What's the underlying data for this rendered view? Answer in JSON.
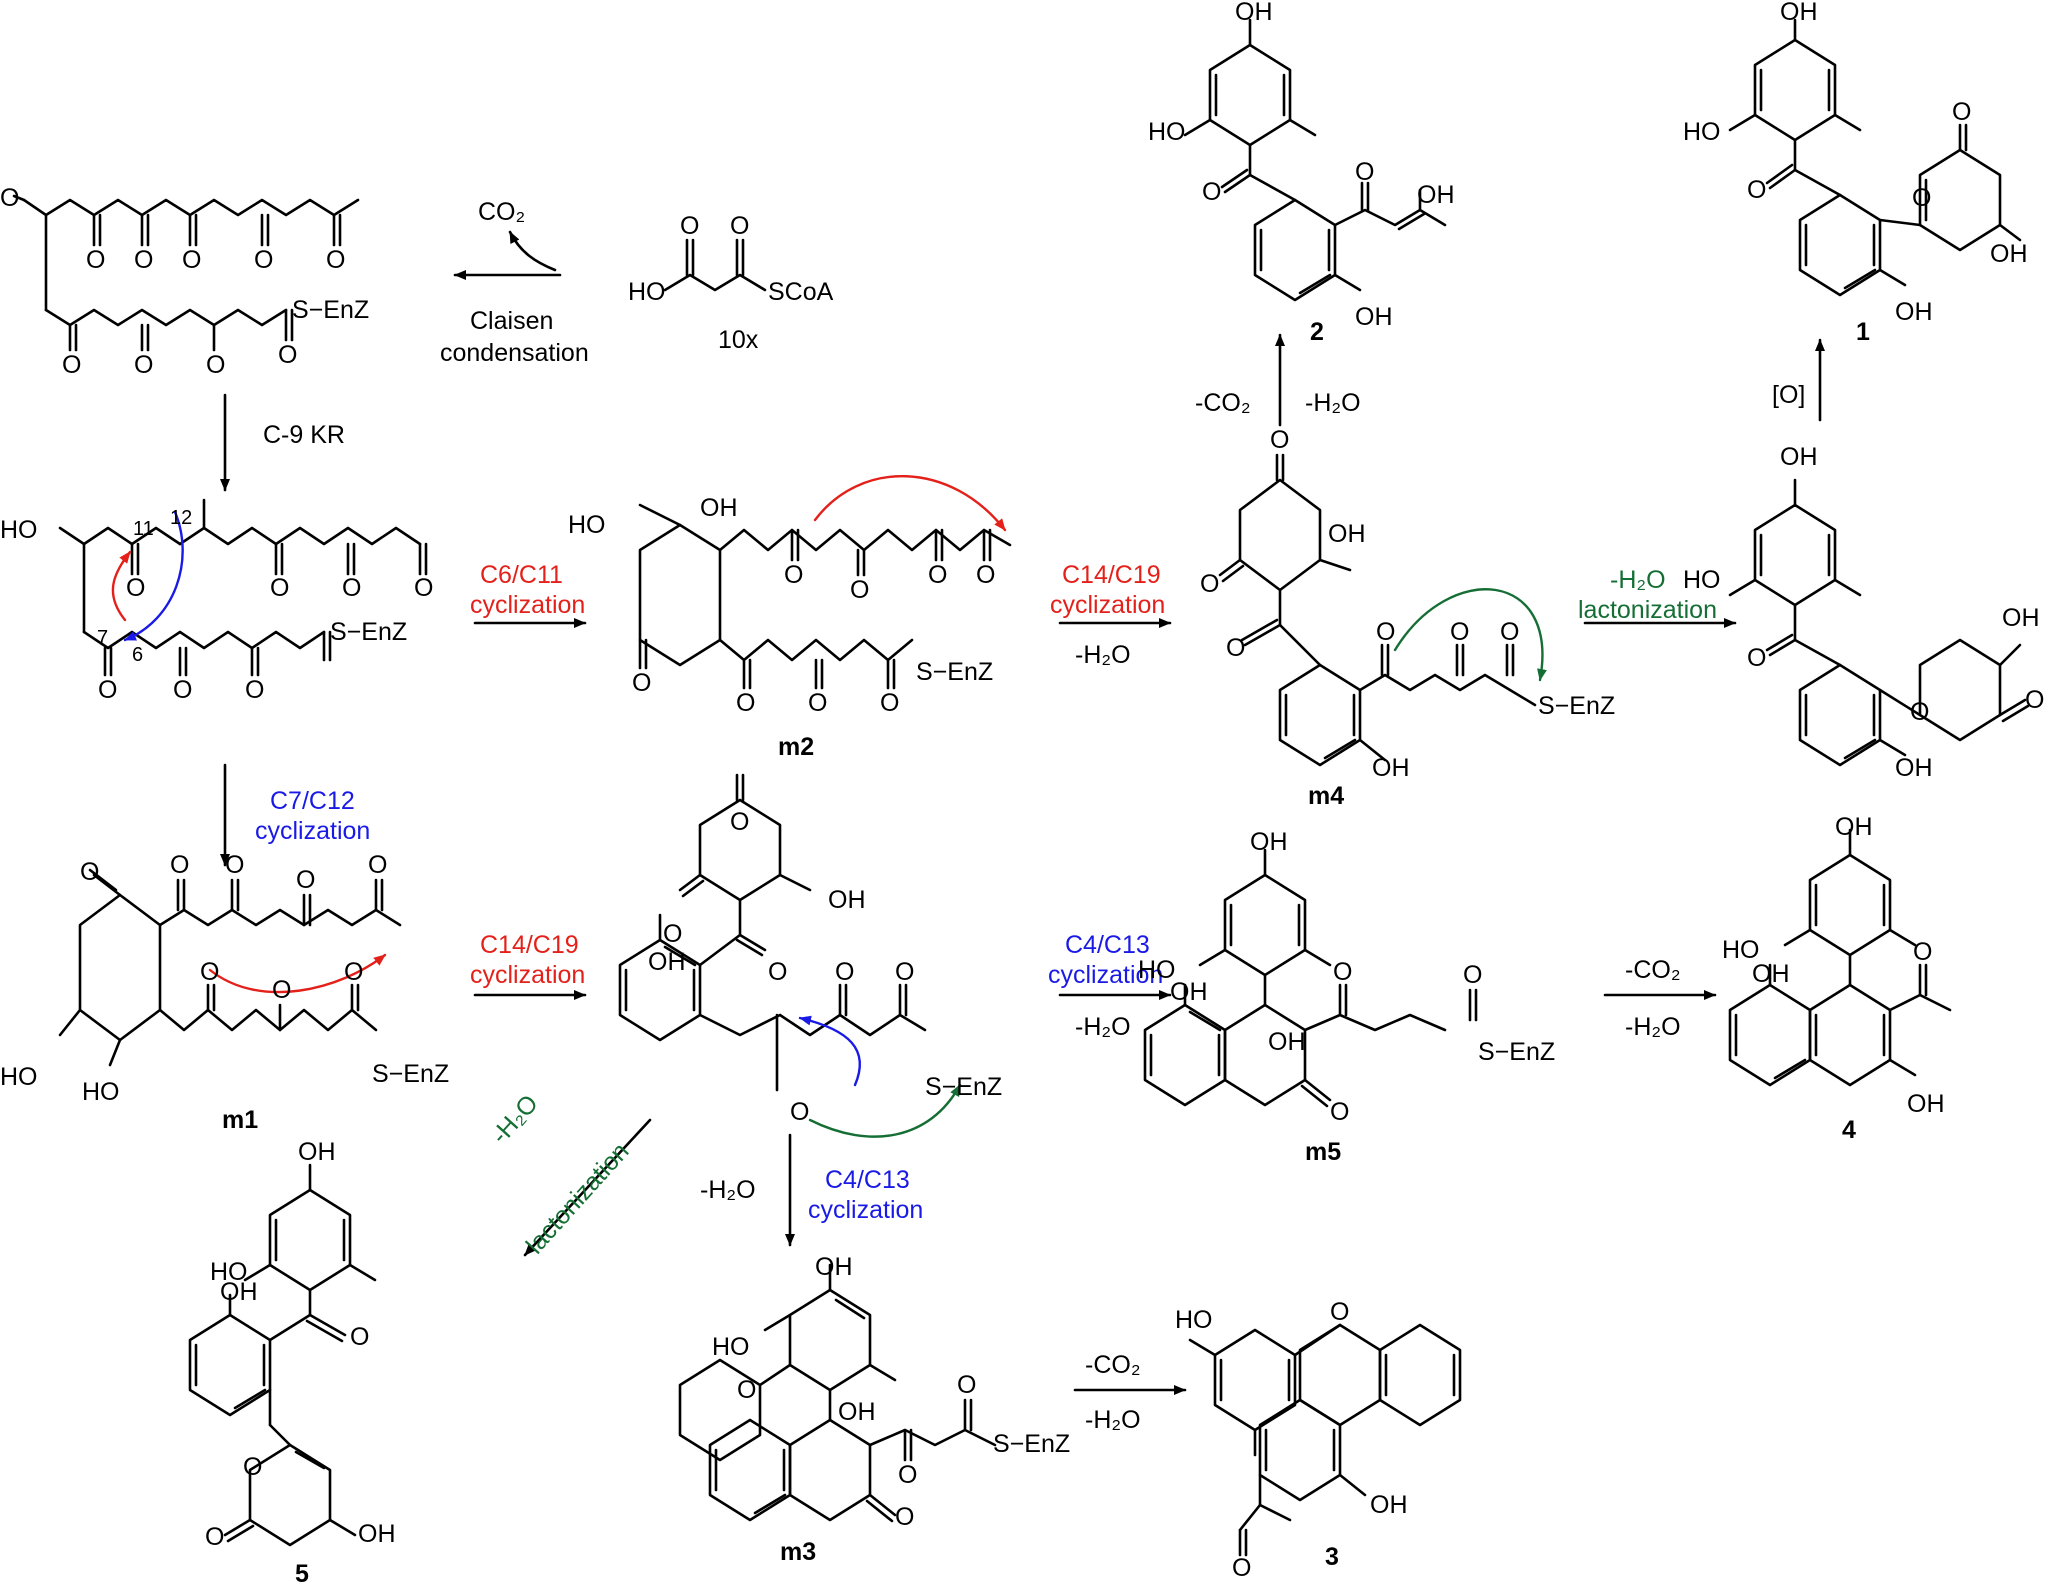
{
  "reagents": {
    "malonyl": {
      "ho": "HO",
      "scoa": "SCoA",
      "count": "10x"
    },
    "co2": "CO₂",
    "claisen": [
      "Claisen",
      "condensation"
    ],
    "kr": "C-9 KR"
  },
  "atoms": {
    "oxygen": "O",
    "hydroxyl": "OH",
    "hydroxyl_left": "HO",
    "thioester": "S−EnZ",
    "locants": {
      "c11": "11",
      "c12": "12",
      "c7": "7",
      "c6": "6"
    }
  },
  "conditions": {
    "c6_c11": [
      "C6/C11",
      "cyclization"
    ],
    "c7_c12": [
      "C7/C12",
      "cyclization"
    ],
    "c14_c19_a": [
      "C14/C19",
      "cyclization",
      "-H₂O"
    ],
    "c14_c19_b": [
      "C14/C19",
      "cyclization"
    ],
    "c4_c13_a": [
      "C4/C13",
      "cyclization",
      "-H₂O"
    ],
    "c4_c13_b": [
      "C4/C13",
      "cyclization"
    ],
    "c4_c13_b_water": "-H₂O",
    "lactonization_a": [
      "-H₂O",
      "lactonization"
    ],
    "lactonization_b": [
      "-H₂O",
      "lactonization"
    ],
    "decarbox_a": [
      "-CO₂",
      "-H₂O"
    ],
    "decarbox_b": [
      "-CO₂",
      "-H₂O"
    ],
    "decarbox_c": [
      "-CO₂",
      "-H₂O"
    ],
    "oxidation": "[O]"
  },
  "compounds": {
    "m1": "m1",
    "m2": "m2",
    "m3": "m3",
    "m4": "m4",
    "m5": "m5",
    "p1": "1",
    "p2": "2",
    "p3": "3",
    "p4": "4",
    "p5": "5"
  },
  "colors": {
    "red": "#e3211a",
    "blue": "#1a1ae6",
    "green": "#156e34",
    "black": "#000000"
  }
}
